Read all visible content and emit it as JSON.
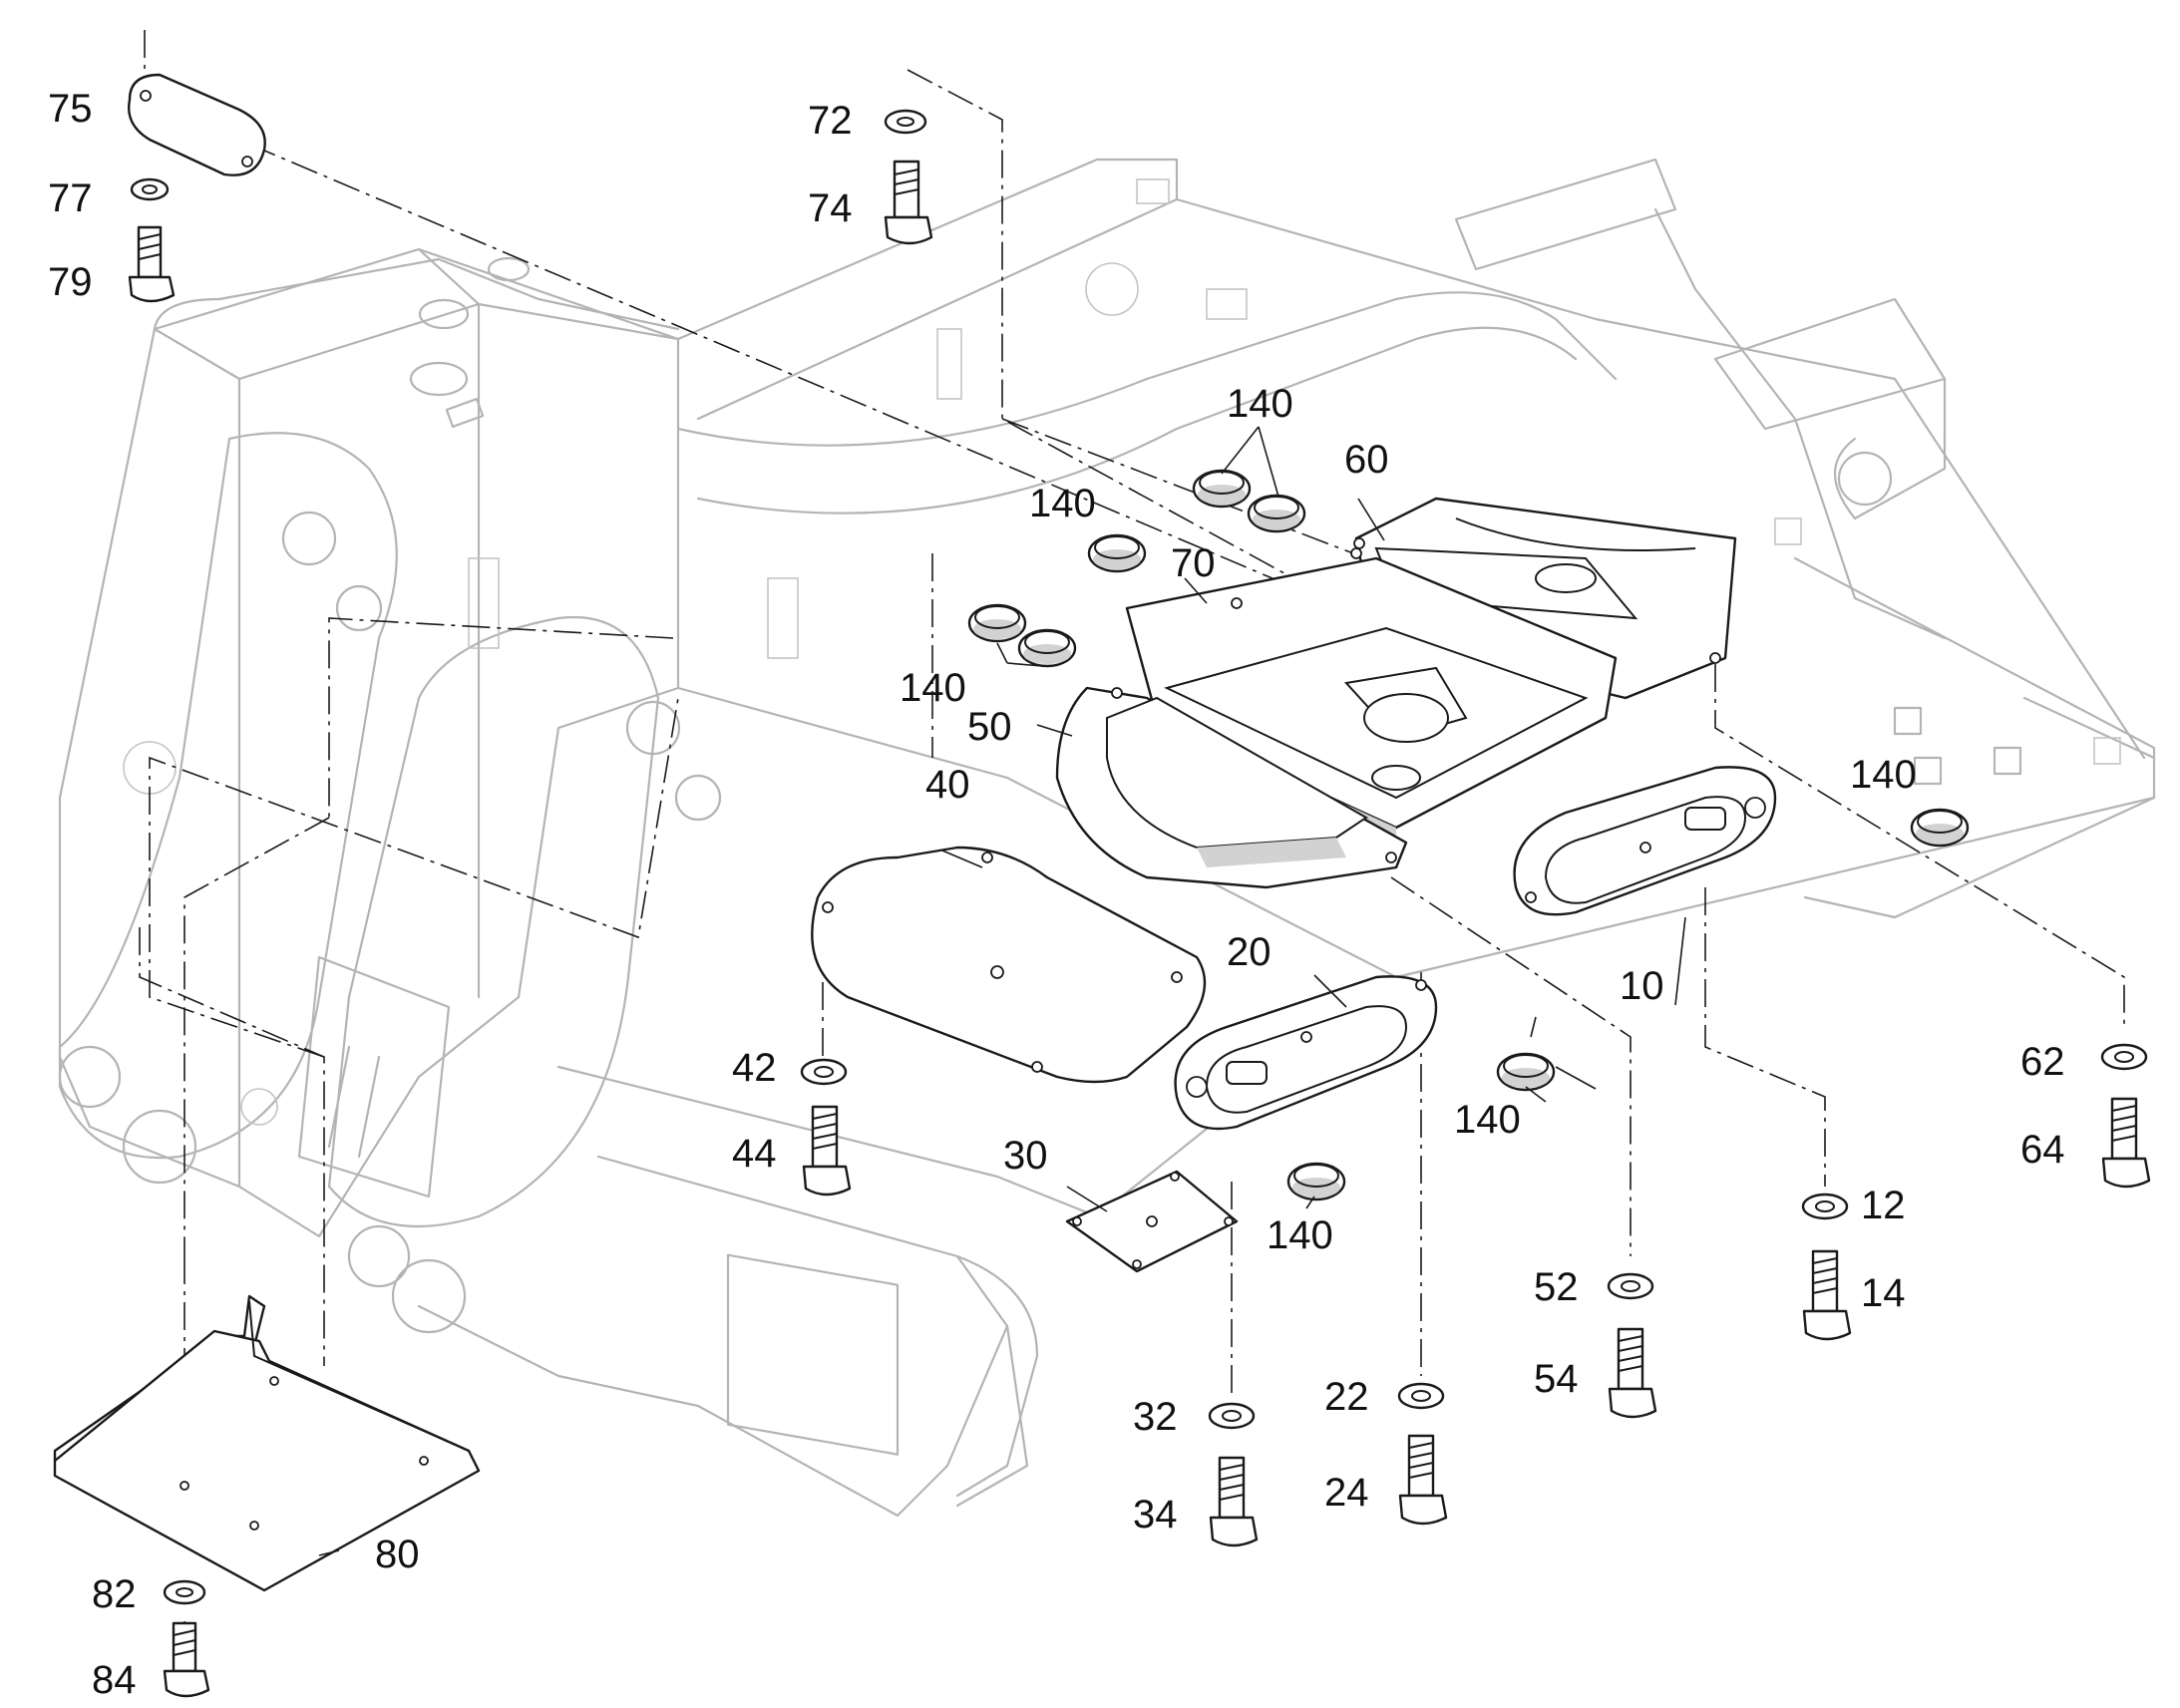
{
  "callouts": {
    "c10": "10",
    "c12": "12",
    "c14": "14",
    "c20": "20",
    "c22": "22",
    "c24": "24",
    "c30": "30",
    "c32": "32",
    "c34": "34",
    "c40": "40",
    "c42": "42",
    "c44": "44",
    "c50": "50",
    "c52": "52",
    "c54": "54",
    "c60": "60",
    "c62": "62",
    "c64": "64",
    "c70": "70",
    "c72": "72",
    "c74": "74",
    "c75": "75",
    "c77": "77",
    "c79": "79",
    "c80": "80",
    "c82": "82",
    "c84": "84",
    "c140": "140"
  },
  "colors": {
    "part_outline": "#1a1a1a",
    "frame_outline": "#b4b4b4",
    "shading": "#d2d2d2",
    "background": "#ffffff"
  }
}
